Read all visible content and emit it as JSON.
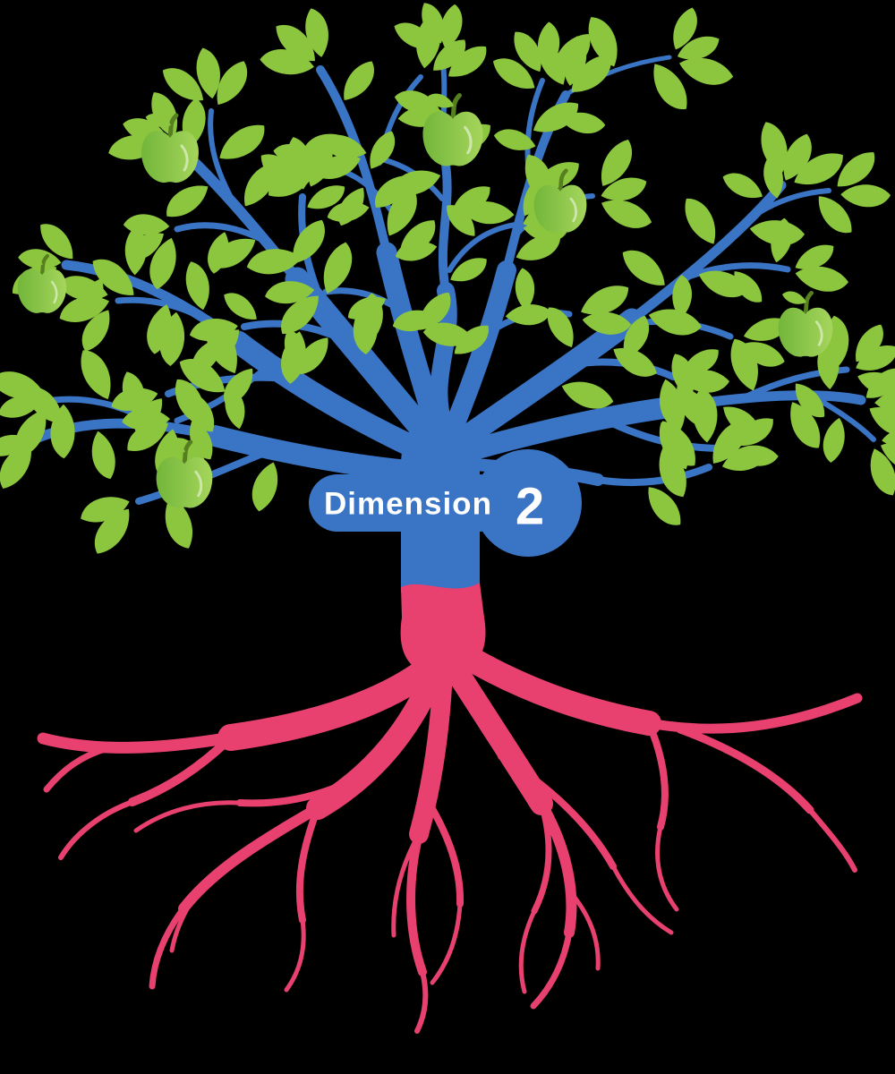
{
  "badge": {
    "label": "Dimension",
    "number": "2"
  },
  "colors": {
    "background": "#000000",
    "branch_blue": "#3a74c4",
    "badge_blue": "#3a74c4",
    "leaf_green": "#8cc63e",
    "apple_green_dark": "#72b63a",
    "apple_green_light": "#a6d55c",
    "apple_stem": "#567f1f",
    "root_pink": "#e8416f",
    "badge_text": "#ffffff"
  },
  "illustration": {
    "subject": "apple-tree-with-roots",
    "apple_count": 6
  }
}
